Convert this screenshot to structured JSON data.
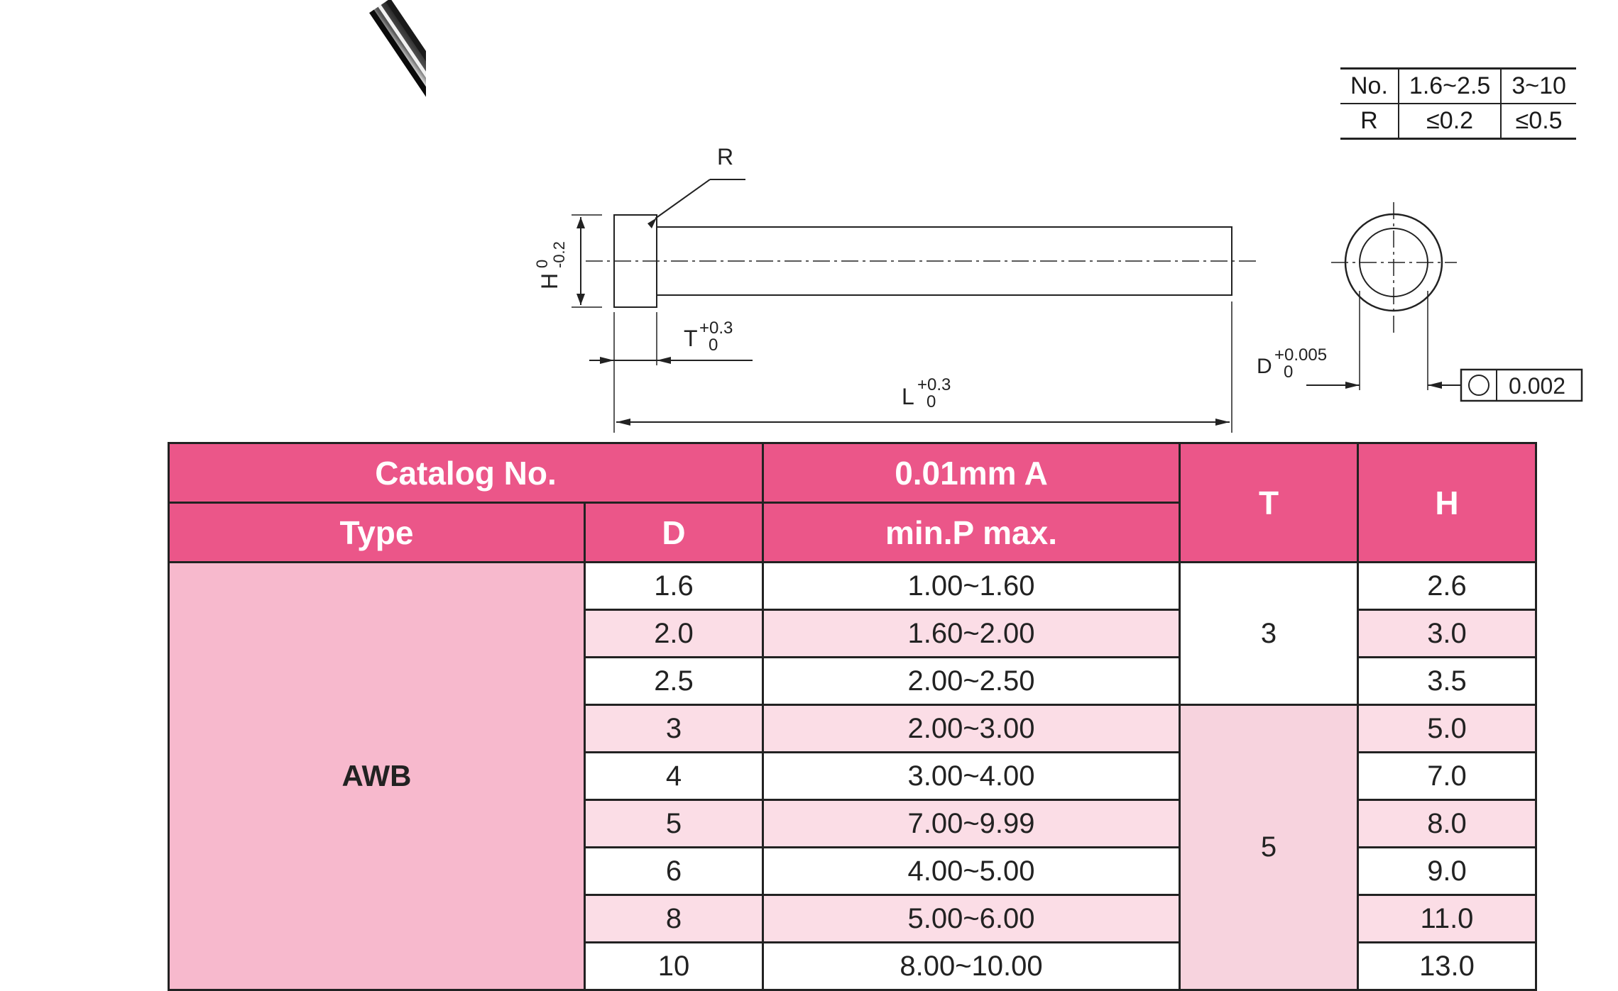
{
  "drawing": {
    "radius_label": "R",
    "head_dim": {
      "sym": "H",
      "upper": "0",
      "lower": "-0.2"
    },
    "t_dim": {
      "sym": "T",
      "upper": "+0.3",
      "lower": "0"
    },
    "l_dim": {
      "sym": "L",
      "upper": "+0.3",
      "lower": "0"
    },
    "d_dim": {
      "sym": "D",
      "upper": "+0.005",
      "lower": "0"
    },
    "tolerance_value": "0.002"
  },
  "r_table": {
    "header": [
      "No.",
      "1.6~2.5",
      "3~10"
    ],
    "row": [
      "R",
      "≤0.2",
      "≤0.5"
    ]
  },
  "table": {
    "header_catalog": "Catalog  No.",
    "header_a": "0.01mm  A",
    "header_t": "T",
    "header_h": "H",
    "header_type": "Type",
    "header_d": "D",
    "header_range": "min.P  max.",
    "type_value": "AWB",
    "t_group_1": "3",
    "t_group_2": "5",
    "rows": [
      {
        "d": "1.6",
        "range": "1.00~1.60",
        "h": "2.6"
      },
      {
        "d": "2.0",
        "range": "1.60~2.00",
        "h": "3.0"
      },
      {
        "d": "2.5",
        "range": "2.00~2.50",
        "h": "3.5"
      },
      {
        "d": "3",
        "range": "2.00~3.00",
        "h": "5.0"
      },
      {
        "d": "4",
        "range": "3.00~4.00",
        "h": "7.0"
      },
      {
        "d": "5",
        "range": "7.00~9.99",
        "h": "8.0"
      },
      {
        "d": "6",
        "range": "4.00~5.00",
        "h": "9.0"
      },
      {
        "d": "8",
        "range": "5.00~6.00",
        "h": "11.0"
      },
      {
        "d": "10",
        "range": "8.00~10.00",
        "h": "13.0"
      }
    ]
  }
}
